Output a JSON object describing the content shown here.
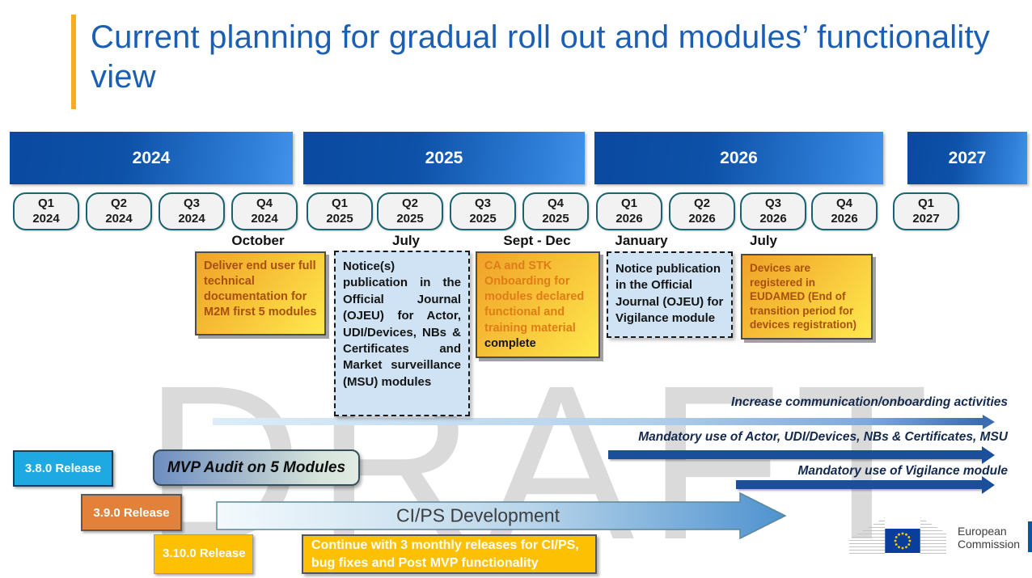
{
  "slide": {
    "title": "Current planning for gradual roll out and modules’ functionality view",
    "watermark": "DRAFT"
  },
  "timeline": {
    "years": [
      "2024",
      "2025",
      "2026",
      "2027"
    ],
    "quarters": [
      {
        "q": "Q1",
        "y": "2024"
      },
      {
        "q": "Q2",
        "y": "2024"
      },
      {
        "q": "Q3",
        "y": "2024"
      },
      {
        "q": "Q4",
        "y": "2024"
      },
      {
        "q": "Q1",
        "y": "2025"
      },
      {
        "q": "Q2",
        "y": "2025"
      },
      {
        "q": "Q3",
        "y": "2025"
      },
      {
        "q": "Q4",
        "y": "2025"
      },
      {
        "q": "Q1",
        "y": "2026"
      },
      {
        "q": "Q2",
        "y": "2026"
      },
      {
        "q": "Q3",
        "y": "2026"
      },
      {
        "q": "Q4",
        "y": "2026"
      },
      {
        "q": "Q1",
        "y": "2027"
      }
    ],
    "months": [
      "October",
      "July",
      "Sept - Dec",
      "January",
      "July"
    ]
  },
  "callouts": {
    "october": "Deliver end user full technical documentation for M2M first 5 modules",
    "july2025": "Notice(s) publication in the Official Journal (OJEU) for Actor, UDI/Devices, NBs & Certificates and Market surveillance (MSU) modules",
    "septdec": "CA and STK Onboarding for modules declared functional and training material ",
    "septdec_tail": "complete",
    "january2026": "Notice publication in the Official Journal (OJEU) for Vigilance module",
    "july2026": "Devices are registered in EUDAMED (End of transition period for devices registration)"
  },
  "arrows": {
    "communication": "Increase communication/onboarding activities",
    "mandatory_modules": "Mandatory use of Actor, UDI/Devices, NBs & Certificates, MSU",
    "mandatory_vigilance": "Mandatory use of Vigilance module"
  },
  "releases": {
    "r380": "3.8.0 Release",
    "r390": "3.9.0 Release",
    "r3100": "3.10.0 Release",
    "mvp_audit": "MVP Audit on 5 Modules",
    "cips_arrow": "CI/PS Development",
    "cips_note": "Continue with 3 monthly releases for CI/PS, bug fixes and Post MVP functionality"
  },
  "logo": {
    "line1": "European",
    "line2": "Commission"
  },
  "colors": {
    "title_blue": "#1a5fb4",
    "accent_gold": "#f2b01e",
    "year_bar_dark": "#0a4aa0",
    "year_bar_light": "#4292ea",
    "pill_border_teal": "#1b636e",
    "callout_yellow_light": "#ffe94e",
    "callout_yellow_dark": "#efa22a",
    "callout_rust_text": "#a8500e",
    "callout_blue_bg": "#cfe3f4",
    "arrow_dark_blue": "#1b4e9b",
    "release_blue": "#1ea9e3",
    "release_orange": "#e3813a",
    "release_gold": "#fec002",
    "eu_flag_blue": "#0a3e9c",
    "eu_star_gold": "#ffcc00"
  }
}
